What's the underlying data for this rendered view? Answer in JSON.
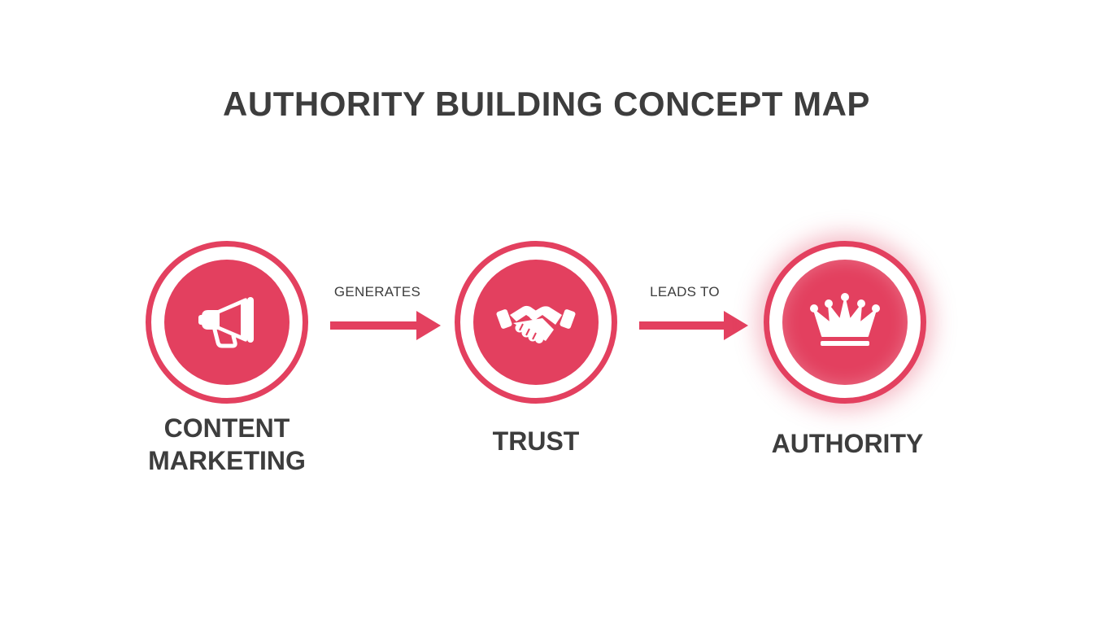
{
  "title": "AUTHORITY BUILDING CONCEPT MAP",
  "colors": {
    "accent": "#e3405f",
    "text": "#3d3d3d",
    "background": "#ffffff"
  },
  "nodes": [
    {
      "label_line1": "CONTENT",
      "label_line2": "MARKETING",
      "icon": "megaphone-icon"
    },
    {
      "label": "TRUST",
      "icon": "handshake-icon"
    },
    {
      "label": "AUTHORITY",
      "icon": "crown-icon"
    }
  ],
  "connectors": [
    {
      "label": "GENERATES"
    },
    {
      "label": "LEADS TO"
    }
  ]
}
